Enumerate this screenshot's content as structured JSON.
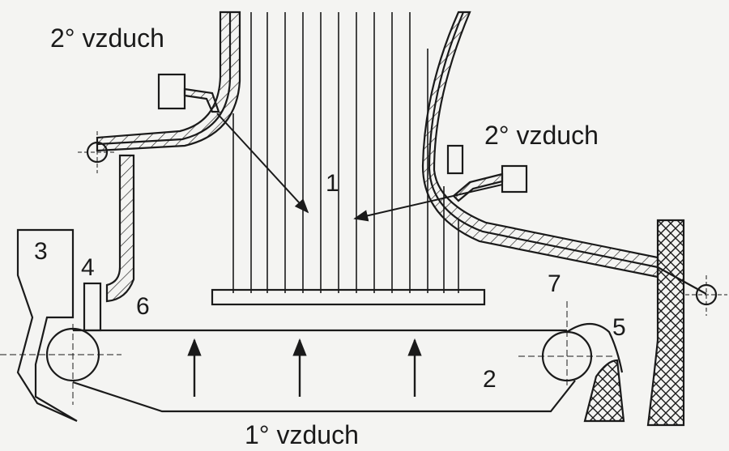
{
  "labels": {
    "air_secondary_left": "2° vzduch",
    "air_secondary_right": "2° vzduch",
    "air_primary": "1° vzduch",
    "n1": "1",
    "n2": "2",
    "n3": "3",
    "n4": "4",
    "n5": "5",
    "n6": "6",
    "n7": "7"
  },
  "colors": {
    "ink": "#1a1a1a",
    "paper": "#f4f4f2"
  }
}
